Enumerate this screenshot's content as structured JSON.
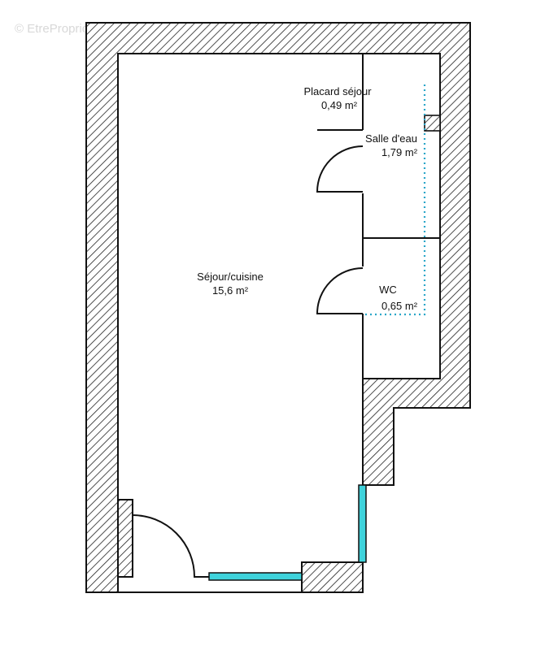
{
  "watermark": "© EtreProprio",
  "rooms": [
    {
      "name": "Placard séjour",
      "area": "0,49  m²"
    },
    {
      "name": "Salle d'eau",
      "area": "1,79  m²"
    },
    {
      "name": "Séjour/cuisine",
      "area": "15,6  m²"
    },
    {
      "name": "WC",
      "area": "0,65  m²"
    }
  ],
  "colors": {
    "wall_stroke": "#111111",
    "hatch": "#222222",
    "window": "#3fd3dc",
    "dotted_outline": "#2aa6c8",
    "background": "#ffffff"
  }
}
